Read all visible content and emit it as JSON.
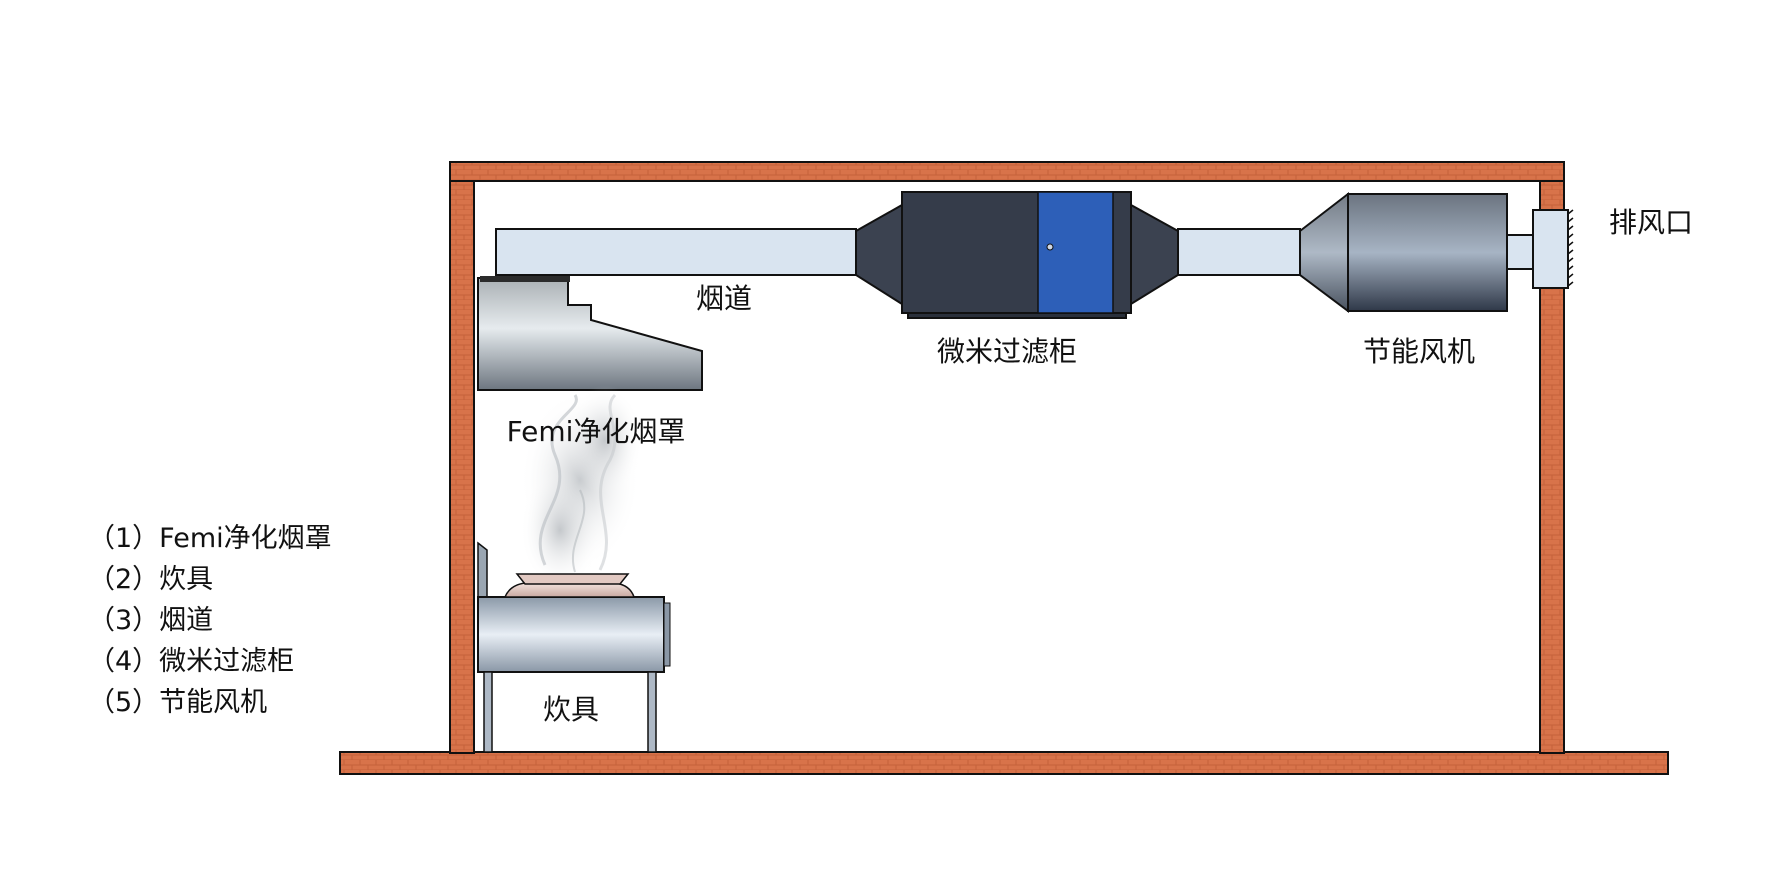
{
  "labels": {
    "hood": "Femi净化烟罩",
    "duct": "烟道",
    "filter": "微米过滤柜",
    "fan": "节能风机",
    "exhaust": "排风口",
    "stove": "炊具"
  },
  "legend": [
    "（1）Femi净化烟罩",
    "（2）炊具",
    "（3）烟道",
    "（4）微米过滤柜",
    "（5）节能风机"
  ],
  "colors": {
    "brick": "#d8734a",
    "brick_mortar": "#c95f3a",
    "duct": "#d9e4f0",
    "filter_body": "#353c4a",
    "filter_door": "#2d5fb8",
    "outline": "#111111"
  }
}
